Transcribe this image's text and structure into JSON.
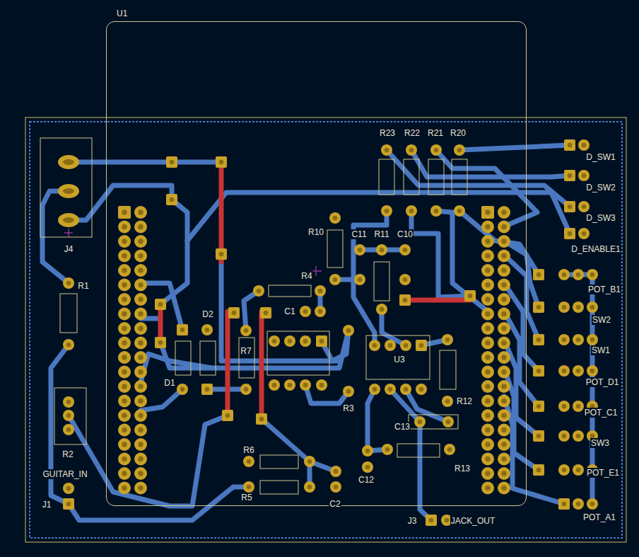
{
  "diagram": {
    "nodes": [
      {
        "text": [
          "U1"
        ]
      }
    ],
    "labels": [
      "R23",
      "R22",
      "R21",
      "R20",
      "D_SW1",
      "D_SW2",
      "D_SW3",
      "D_ENABLE1",
      "J4",
      "R1",
      "R10",
      "C11",
      "R11",
      "C10",
      "R4",
      "C1",
      "D2",
      "R7",
      "D1",
      "R3",
      "U3",
      "R12",
      "C13",
      "R13",
      "R2",
      "R6",
      "R5",
      "C2",
      "C12",
      "GUITAR_IN",
      "J1",
      "J3",
      "JACK_OUT",
      "POT_B1",
      "SW2",
      "SW1",
      "POT_D1",
      "POT_C1",
      "SW3",
      "POT_E1",
      "POT_A1"
    ]
  }
}
